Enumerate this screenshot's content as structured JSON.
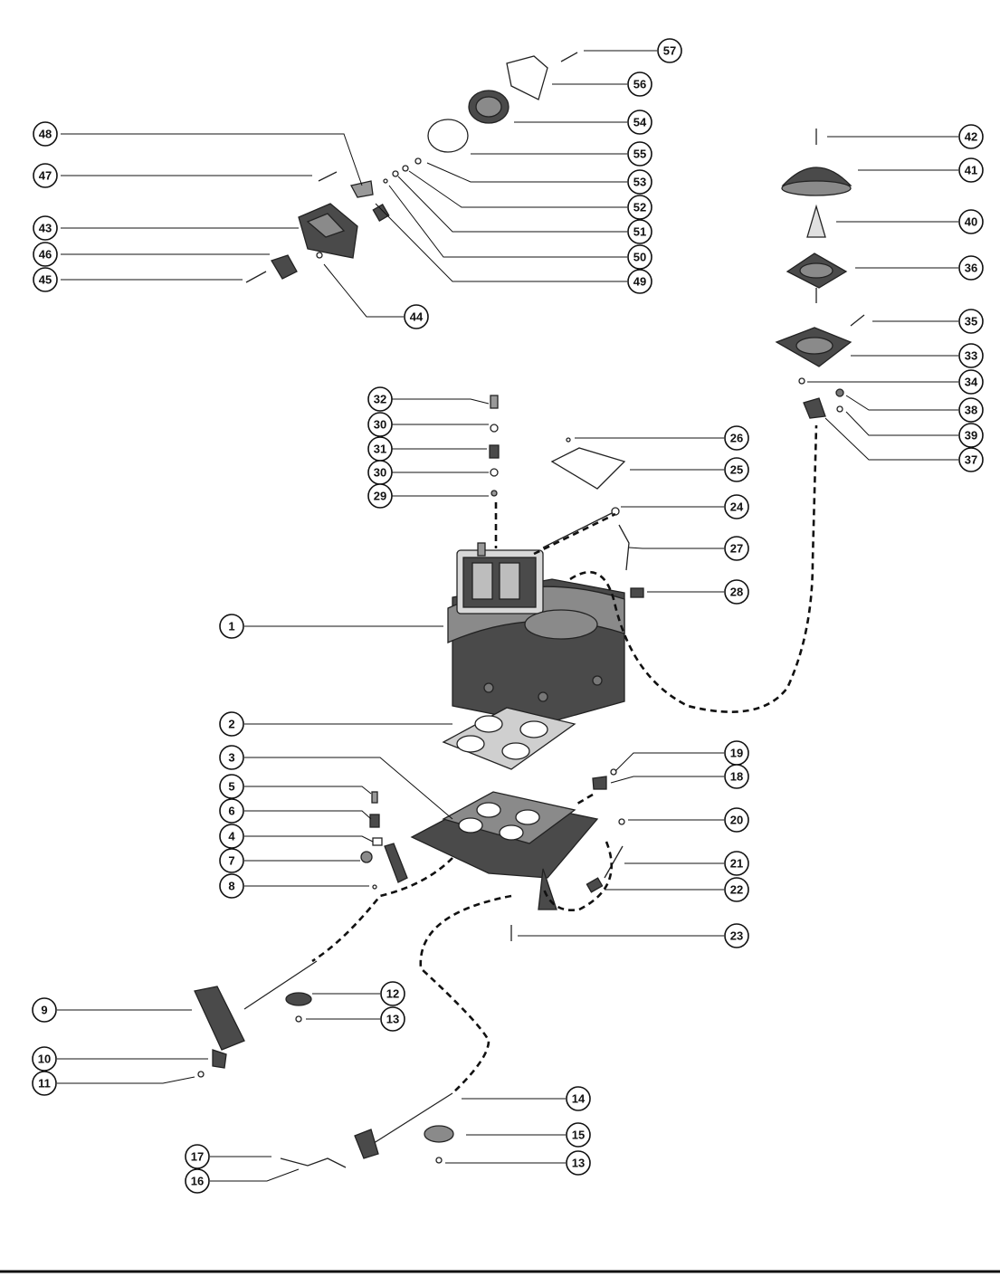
{
  "diagram": {
    "callouts": [
      "57",
      "56",
      "54",
      "55",
      "53",
      "52",
      "51",
      "50",
      "49",
      "48",
      "47",
      "43",
      "46",
      "45",
      "44",
      "42",
      "41",
      "40",
      "36",
      "35",
      "33",
      "34",
      "38",
      "39",
      "37",
      "32",
      "30",
      "31",
      "29",
      "26",
      "25",
      "24",
      "27",
      "28",
      "1",
      "2",
      "3",
      "5",
      "6",
      "4",
      "7",
      "8",
      "19",
      "18",
      "20",
      "21",
      "22",
      "23",
      "9",
      "12",
      "13",
      "10",
      "11",
      "14",
      "15",
      "17",
      "16"
    ]
  }
}
